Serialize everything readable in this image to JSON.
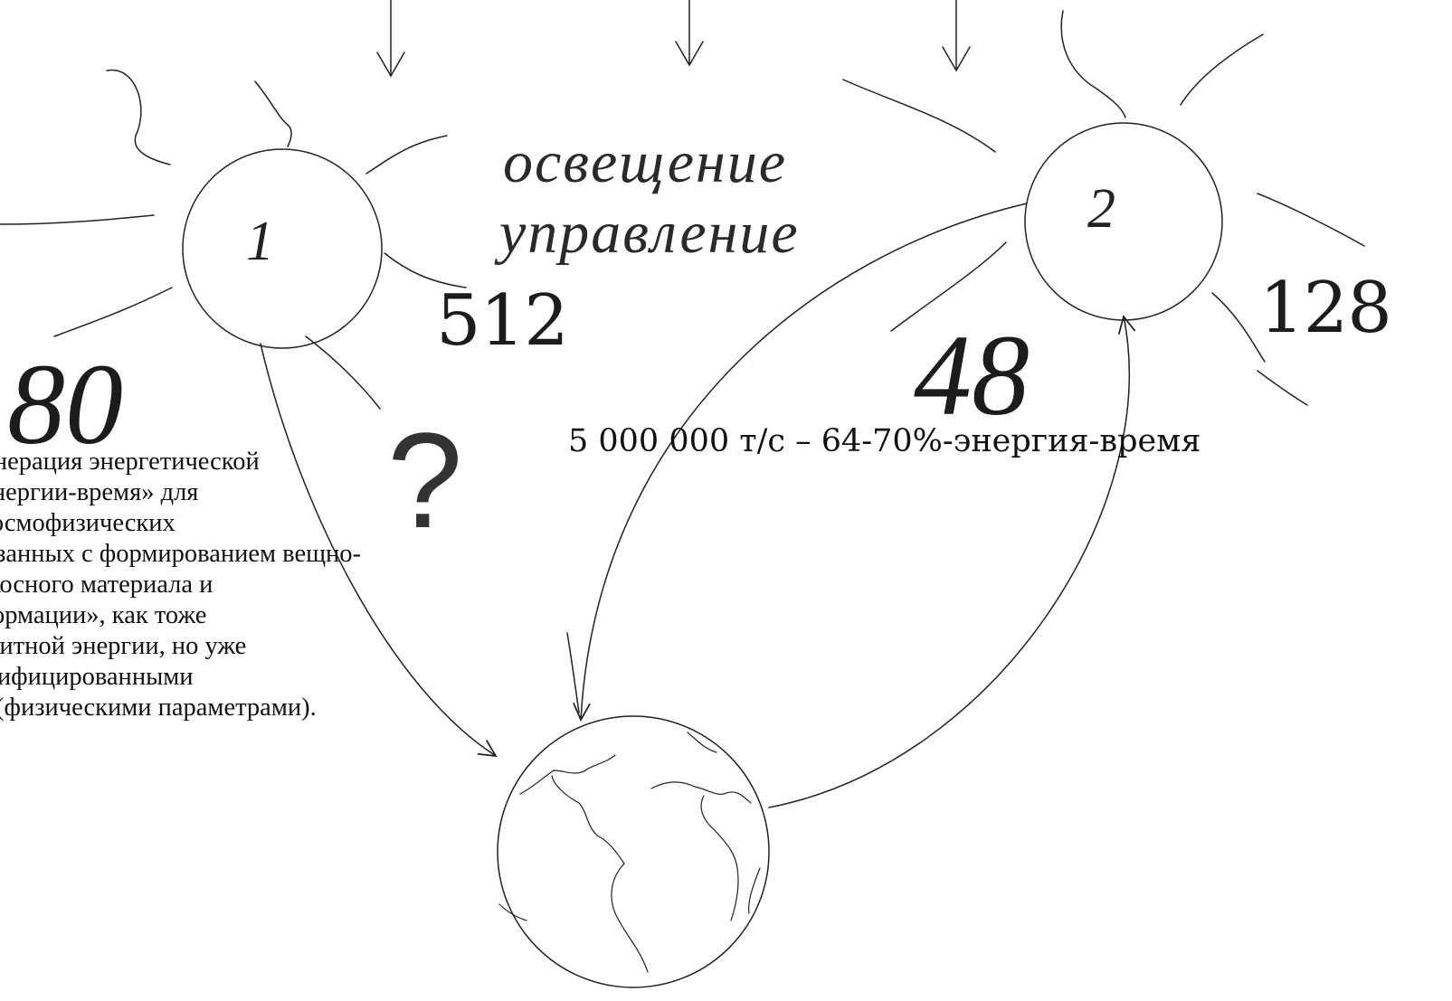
{
  "diagram": {
    "sun1": {
      "number": "1"
    },
    "sun2": {
      "number": "2"
    },
    "caption_line1": "освещение",
    "caption_line2": "управление",
    "values": {
      "v512": "512",
      "v80": "80",
      "v48": "48",
      "v128": "128"
    },
    "question_mark": "?",
    "rate_label": "5 000 000 т/с – 64-70%-энергия-время",
    "description": "регенерация энергетической и «энергии-время» для ия космофизических , связанных с формированием вещно- его косного материала и информации», как тоже магнитной энергии, но уже дентифицированными ами (физическими параметрами).",
    "description_lines": [
      "регенерация энергетической",
      "и «энергии-время» для",
      "ия космофизических",
      ", связанных с формированием вещно-",
      "его косного материала и",
      "информации», как тоже",
      "магнитной энергии, но уже",
      "дентифицированными",
      "ами (физическими параметрами)."
    ],
    "icons": [
      "sun-1-icon",
      "sun-2-icon",
      "earth-globe-icon",
      "incoming-arrow-icon"
    ],
    "colors": {
      "ink": "#111111",
      "background": "#ffffff"
    }
  }
}
